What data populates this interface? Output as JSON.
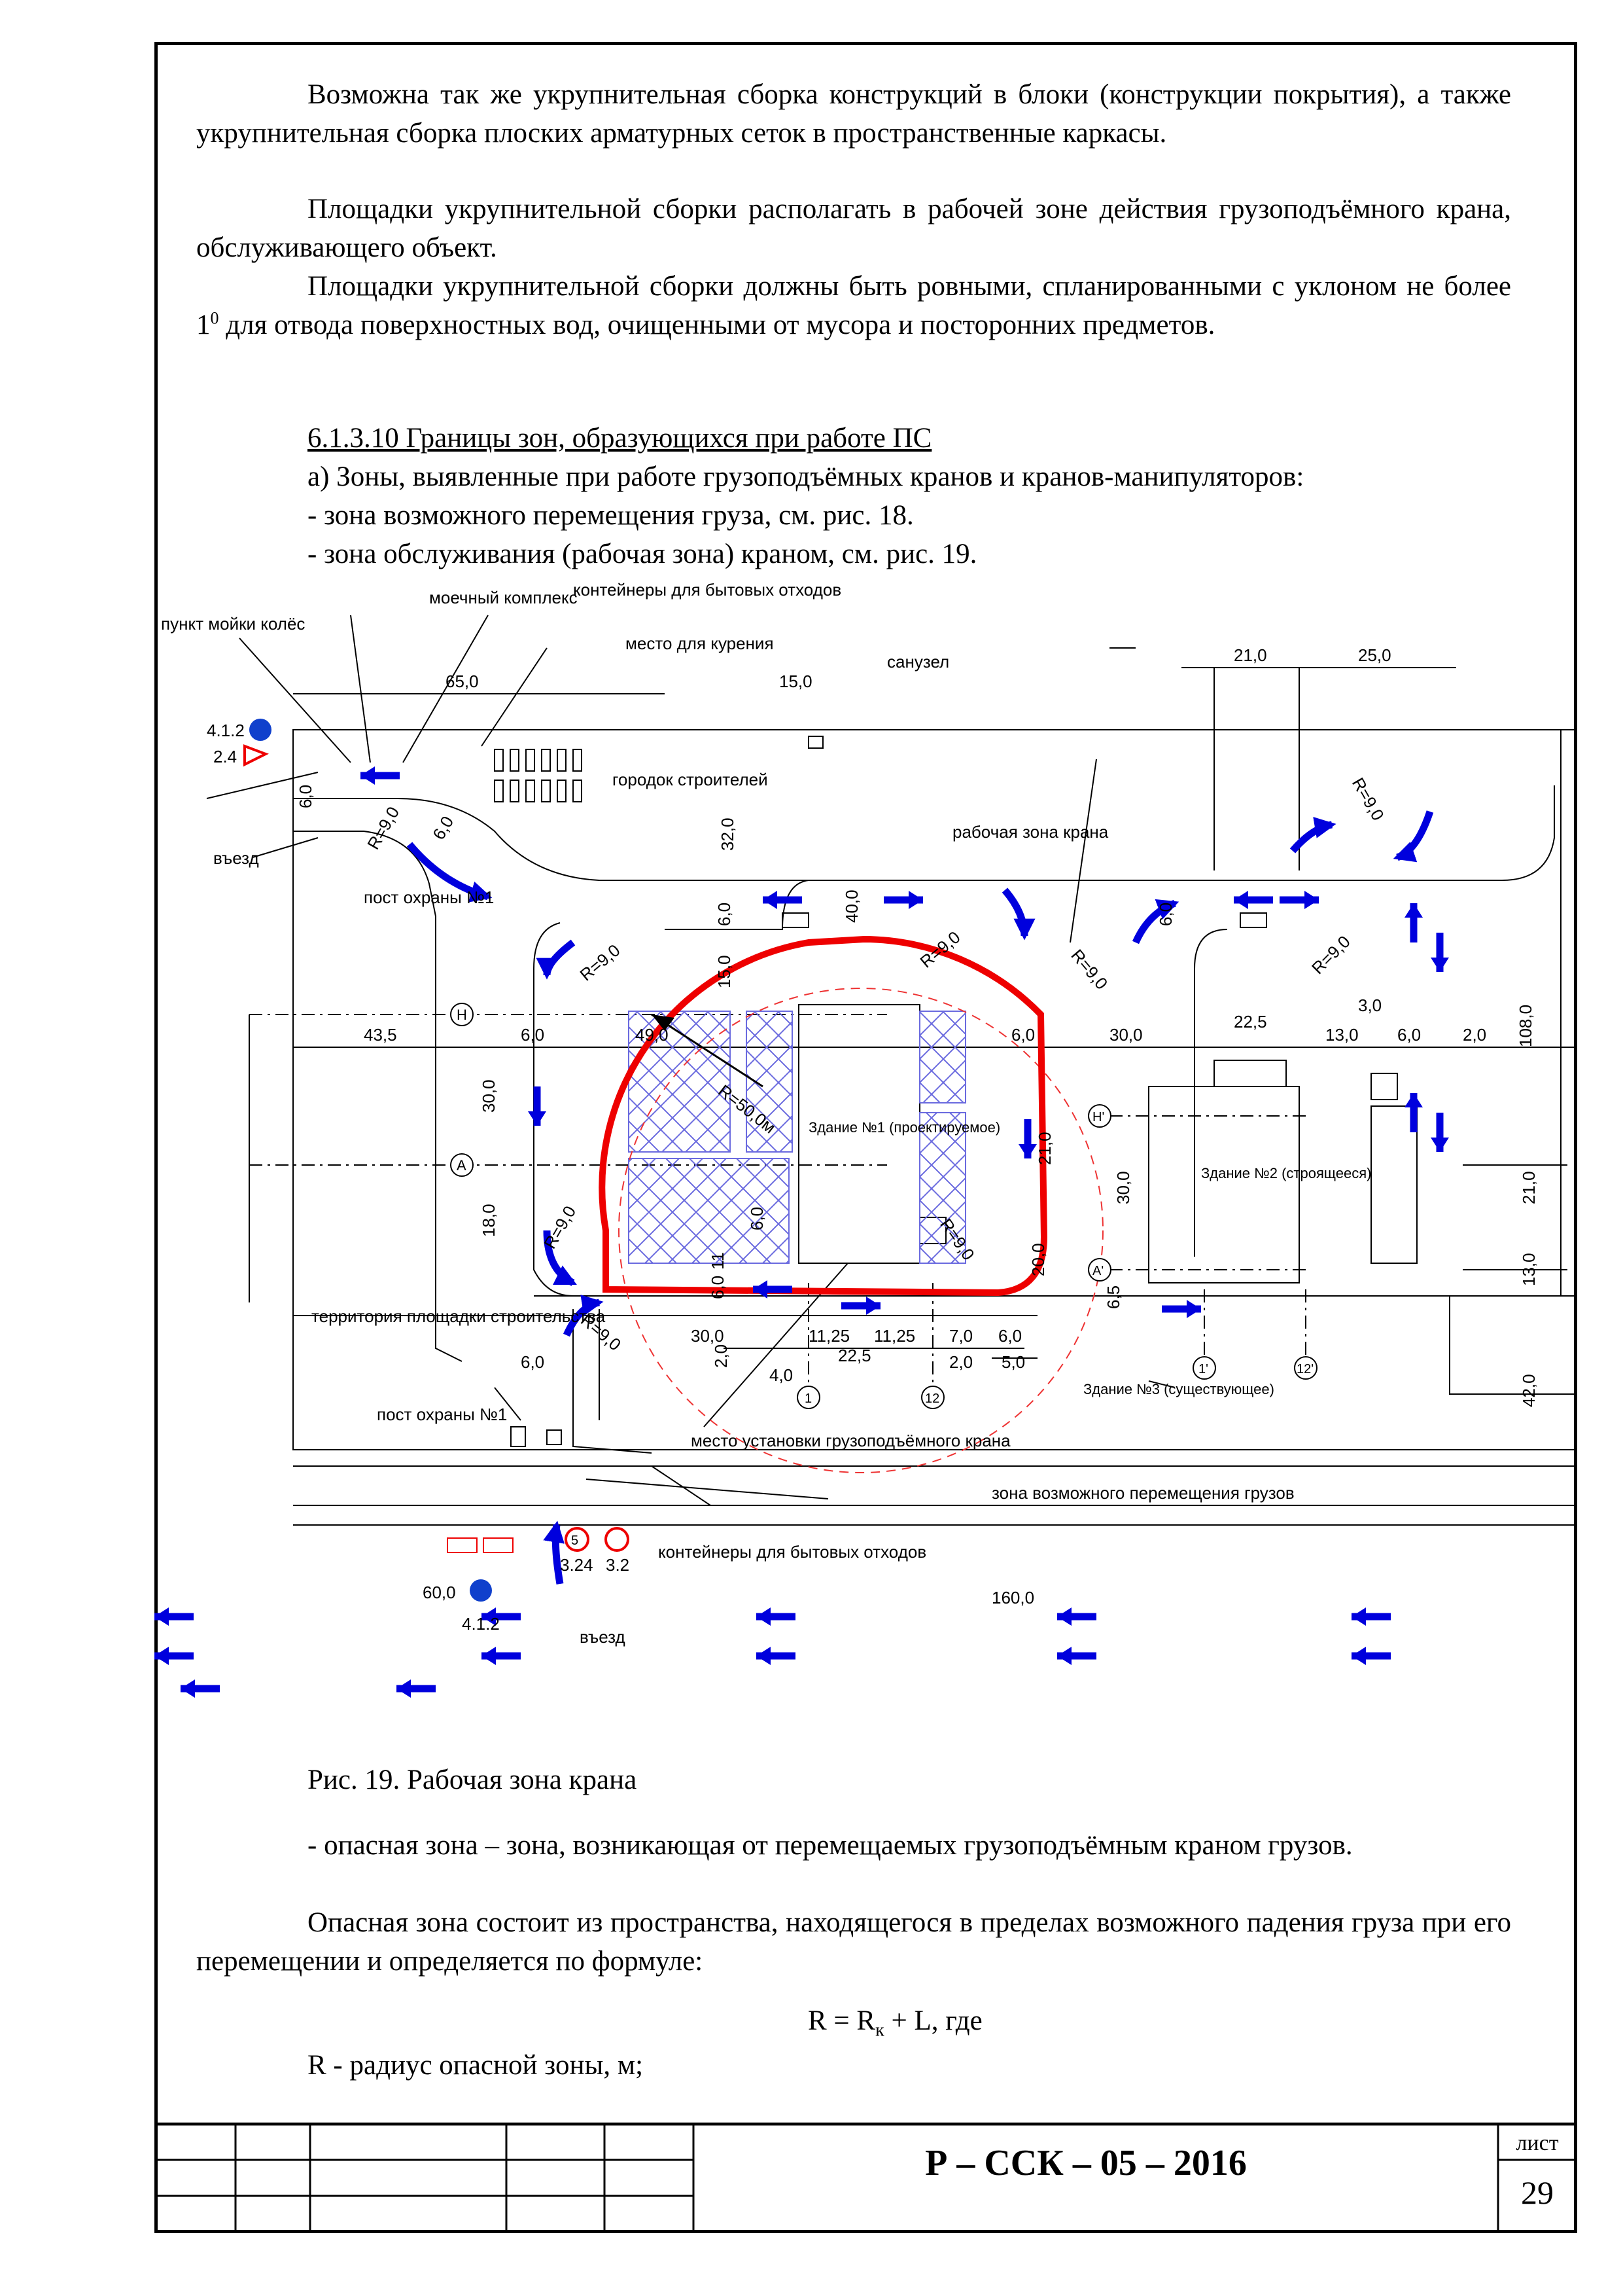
{
  "text": {
    "p1": "Возможна так же укрупнительная сборка конструкций в блоки (конструкции покрытия), а также укрупнительная сборка плоских арматурных сеток в пространственные каркасы.",
    "p2": "Площадки укрупнительной сборки располагать в рабочей зоне действия грузоподъёмного крана, обслуживающего объект.",
    "p3a": "Площадки укрупнительной сборки должны быть ровными, спланированными с уклоном не более 1",
    "p3sup": "0",
    "p3b": " для отвода поверхностных вод, очищенными от мусора и посторонних предметов.",
    "section_title": "6.1.3.10 Границы зон, образующихся при работе ПС",
    "item_a": "а) Зоны, выявленные при работе грузоподъёмных кранов и кранов-манипуляторов:",
    "item_1": "- зона возможного перемещения груза, см. рис. 18.",
    "item_2": "- зона обслуживания (рабочая зона) краном, см. рис. 19.",
    "caption": "Рис. 19. Рабочая зона крана",
    "p4": "- опасная зона – зона, возникающая от перемещаемых грузоподъёмным краном грузов.",
    "p5": "Опасная зона состоит из пространства, находящегося в пределах возможного падения груза при его перемещении и определяется по формуле:",
    "formula_a": "R = R",
    "formula_sub": "к",
    "formula_b": " + L, где",
    "p6": "R - радиус опасной зоны, м;"
  },
  "drawing": {
    "labels": {
      "wash_point": "пункт мойки колёс",
      "wash_complex": "моечный комплекс",
      "containers_top": "контейнеры для бытовых отходов",
      "smoking": "место для курения",
      "sanuzel": "санузел",
      "town": "городок строителей",
      "work_zone": "рабочая зона крана",
      "entry_top": "въезд",
      "guard_top": "пост охраны №1",
      "building1": "Здание №1 (проектируемое)",
      "building2": "Здание №2 (строящееся)",
      "building3": "Здание №3 (существующее)",
      "territory": "территория площадки строительства",
      "guard_bottom": "пост охраны №1",
      "crane_place": "место установки грузоподъёмного крана",
      "move_zone": "зона возможного перемещения грузов",
      "containers_bottom": "контейнеры для бытовых отходов",
      "entry_bottom": "въезд",
      "radius": "R=50,0м"
    },
    "signs": {
      "s412_top": "4.1.2",
      "s24": "2.4",
      "s412_bottom": "4.1.2",
      "s60": "60,0",
      "s5": "5",
      "s324": "3.24",
      "s32": "3.2"
    },
    "axes": [
      "H",
      "A",
      "H'",
      "A'",
      "1",
      "12",
      "1'",
      "12'"
    ],
    "dims": [
      "65,0",
      "15,0",
      "6,0",
      "R=9,0",
      "6,0",
      "32,0",
      "40,0",
      "6,0",
      "15,0",
      "R=9,0",
      "R=9,0",
      "R=9,0",
      "21,0",
      "25,0",
      "R=9,0",
      "R=9,0",
      "6,0",
      "108,0",
      "43,5",
      "6,0",
      "49,0",
      "6,0",
      "30,0",
      "22,5",
      "13,0",
      "3,0",
      "6,0",
      "2,0",
      "30,0",
      "21,0",
      "30,0",
      "21,0",
      "18,0",
      "11",
      "6,0",
      "R=9,0",
      "R=9,0",
      "20,0",
      "6,5",
      "13,0",
      "6,0",
      "R=9,0",
      "30,0",
      "11,25",
      "11,25",
      "7,0",
      "6,0",
      "22,5",
      "2,0",
      "4,0",
      "2,0",
      "5,0",
      "6,0",
      "42,0",
      "160,0"
    ]
  },
  "stamp": {
    "code": "Р –  ССК – 05 – 2016",
    "sheet_label": "лист",
    "sheet_number": "29"
  }
}
